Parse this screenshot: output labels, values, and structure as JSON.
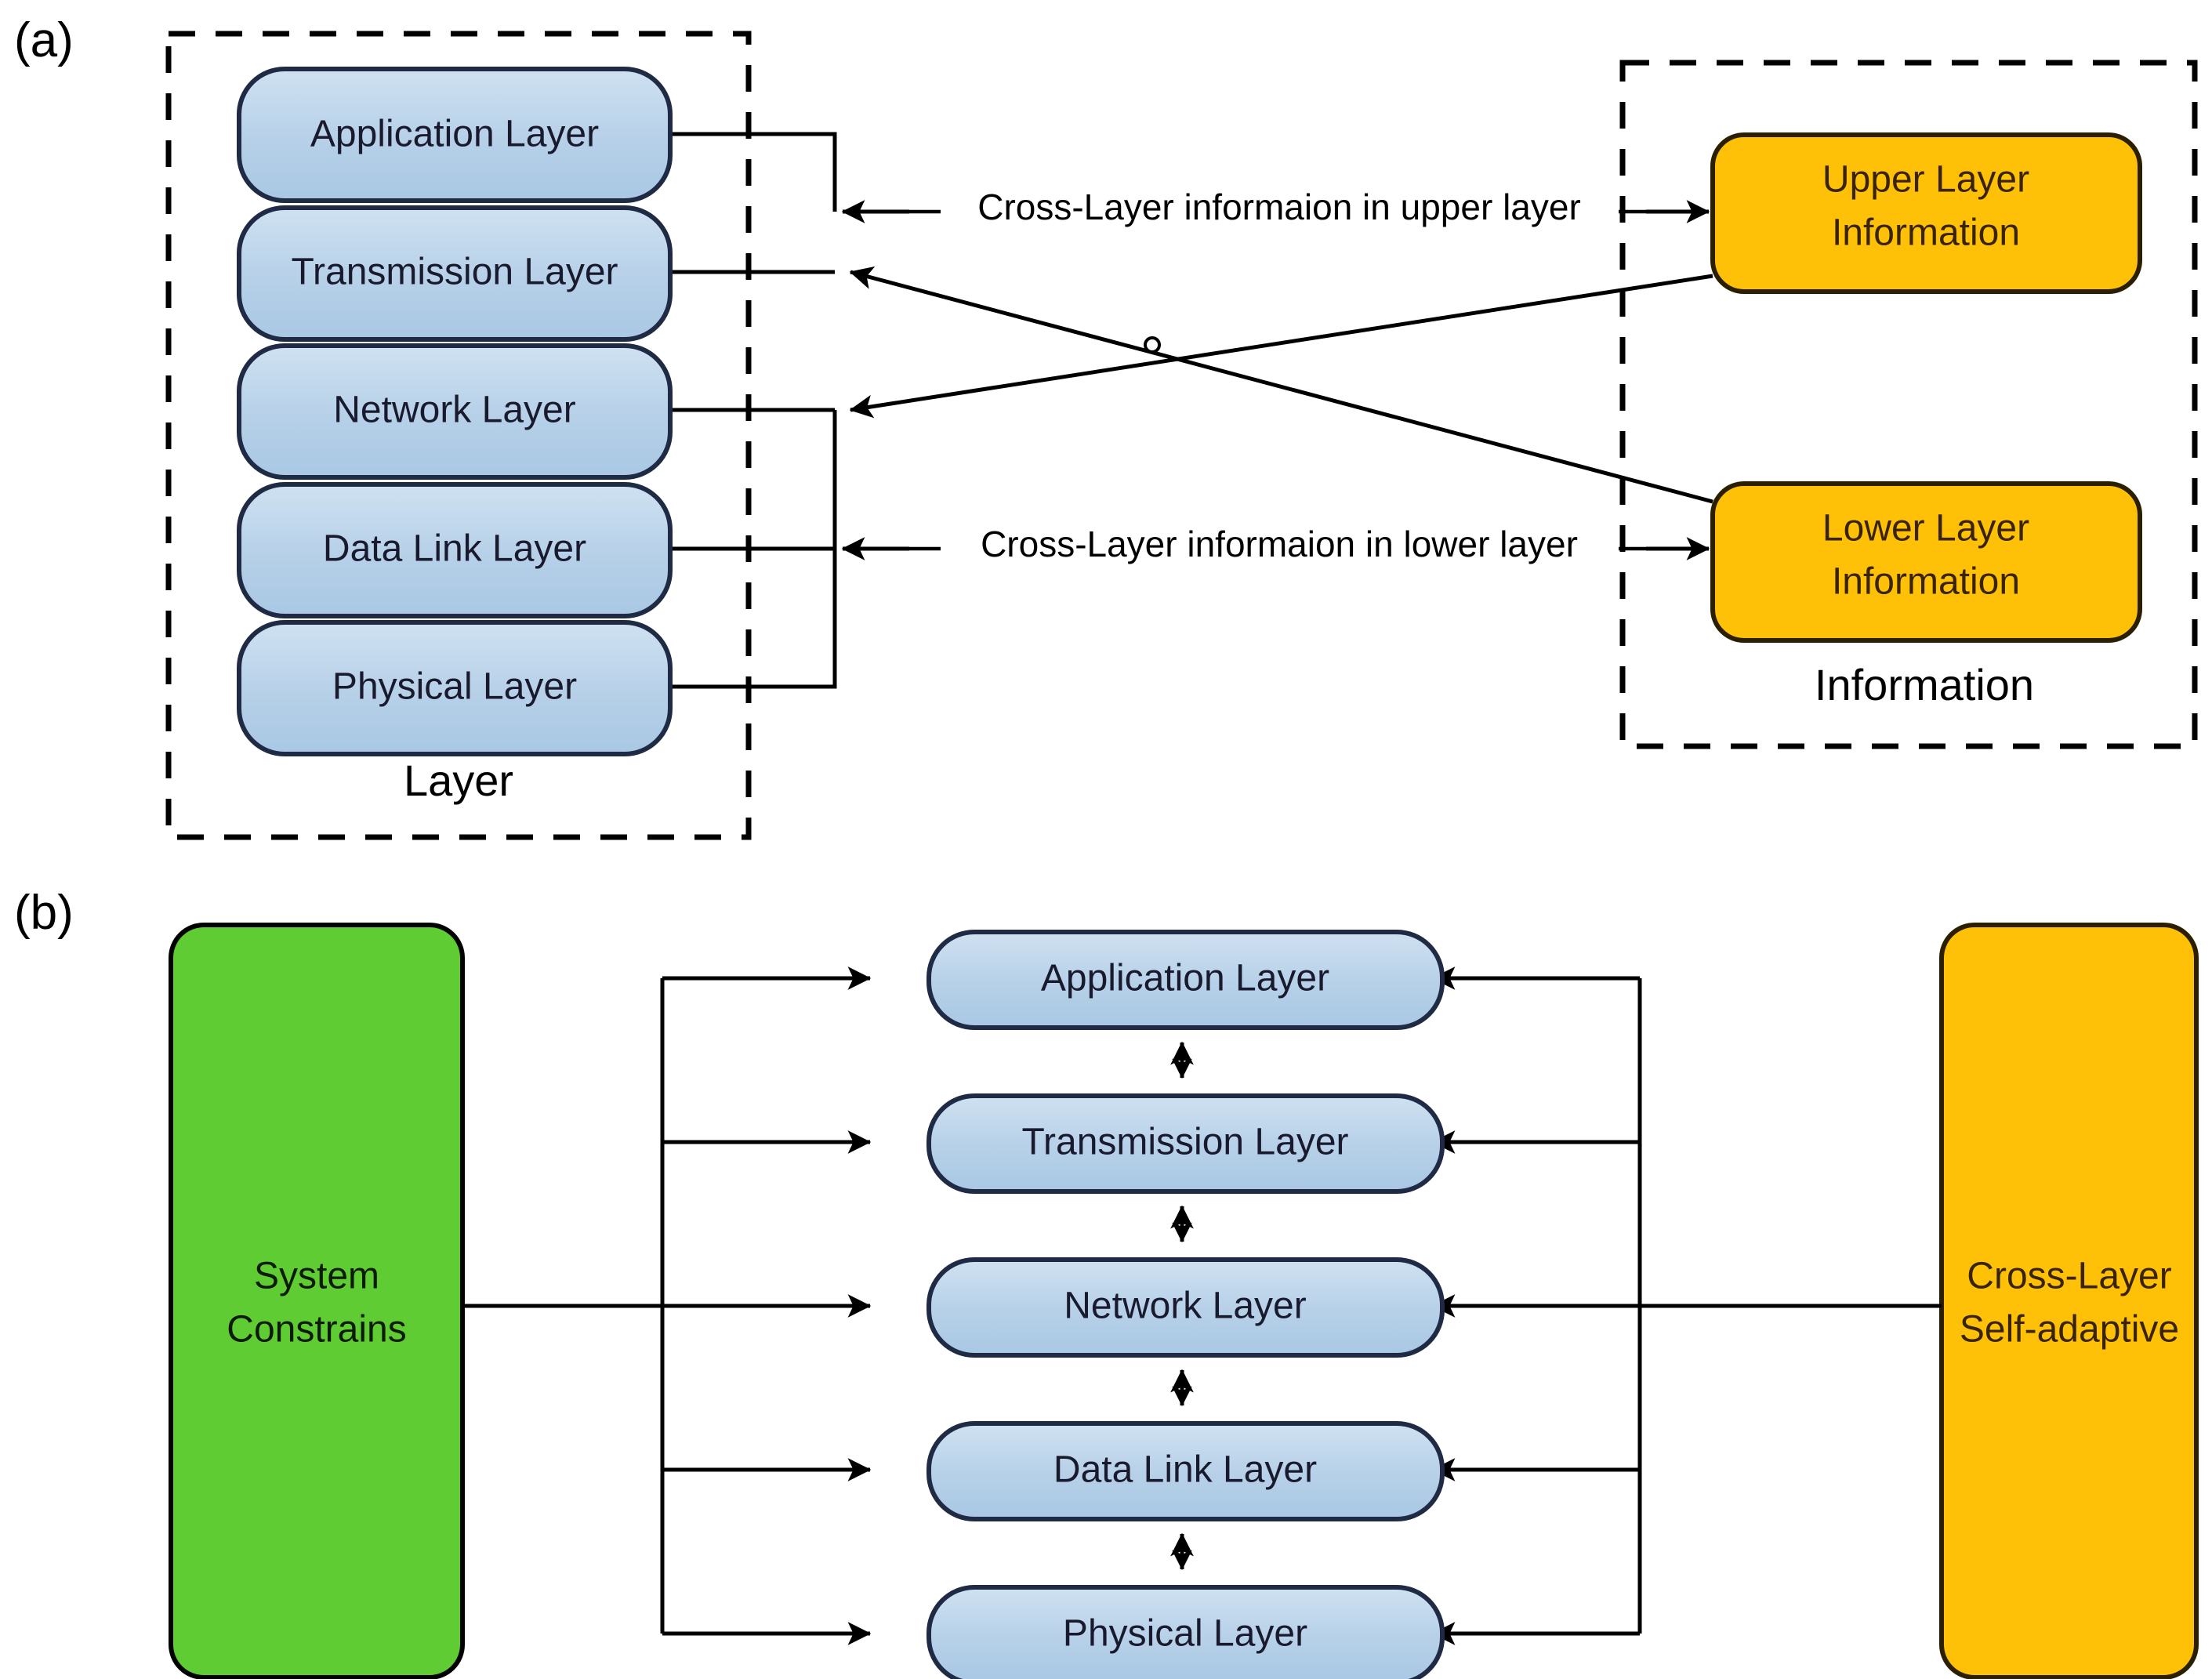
{
  "figure": {
    "panels": [
      {
        "id": "a",
        "label": "(a)"
      },
      {
        "id": "b",
        "label": "(b)"
      }
    ]
  },
  "panel_a": {
    "layer_group": {
      "caption": "Layer",
      "layers": [
        {
          "name": "Application Layer"
        },
        {
          "name": "Transmission Layer"
        },
        {
          "name": "Network Layer"
        },
        {
          "name": "Data Link Layer"
        },
        {
          "name": "Physical Layer"
        }
      ]
    },
    "information_group": {
      "caption": "Information",
      "boxes": [
        {
          "line1": "Upper Layer",
          "line2": "Information"
        },
        {
          "line1": "Lower Layer",
          "line2": "Information"
        }
      ]
    },
    "edges": [
      {
        "label": "Cross-Layer informaion in upper layer"
      },
      {
        "label": "Cross-Layer informaion in lower layer"
      }
    ]
  },
  "panel_b": {
    "left_box": {
      "line1": "System",
      "line2": "Constrains"
    },
    "right_box": {
      "line1": "Cross-Layer",
      "line2": "Self-adaptive"
    },
    "layers": [
      {
        "name": "Application Layer"
      },
      {
        "name": "Transmission Layer"
      },
      {
        "name": "Network Layer"
      },
      {
        "name": "Data Link Layer"
      },
      {
        "name": "Physical Layer"
      }
    ]
  },
  "colors": {
    "layer_blue": "#b6d0e8",
    "layer_blue_light": "#cfe0f0",
    "information_orange": "#ffc107",
    "constraint_green": "#5fcc33",
    "stroke_black": "#000000",
    "background": "#ffffff"
  }
}
